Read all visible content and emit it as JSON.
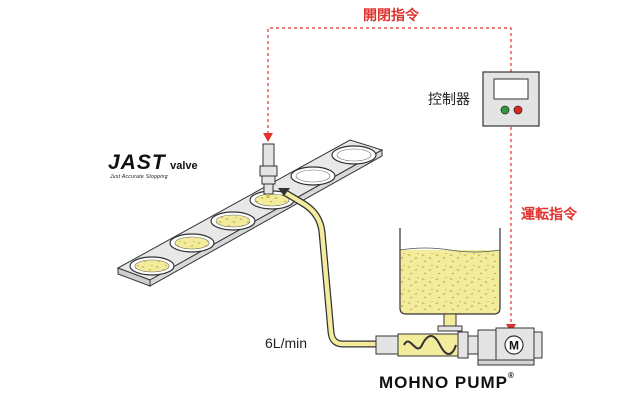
{
  "labels": {
    "open_close_command": "開閉指令",
    "run_command": "運転指令",
    "controller": "控制器",
    "flow_rate": "6L/min",
    "jast_main": "JAST",
    "jast_sub": "valve",
    "jast_tagline": "Just Accurate Stopping",
    "mohno_pump": "MOHNO PUMP",
    "registered_mark": "®",
    "motor_letter": "M"
  },
  "colors": {
    "command_line": "#e0322d",
    "fluid": "#f3ec9c",
    "fluid_speck": "#c9bb52",
    "equipment": "#e4e4e4",
    "outline": "#333333",
    "indicator_green": "#2e9a3e",
    "indicator_red": "#d8261f",
    "screen": "#ffffff"
  }
}
